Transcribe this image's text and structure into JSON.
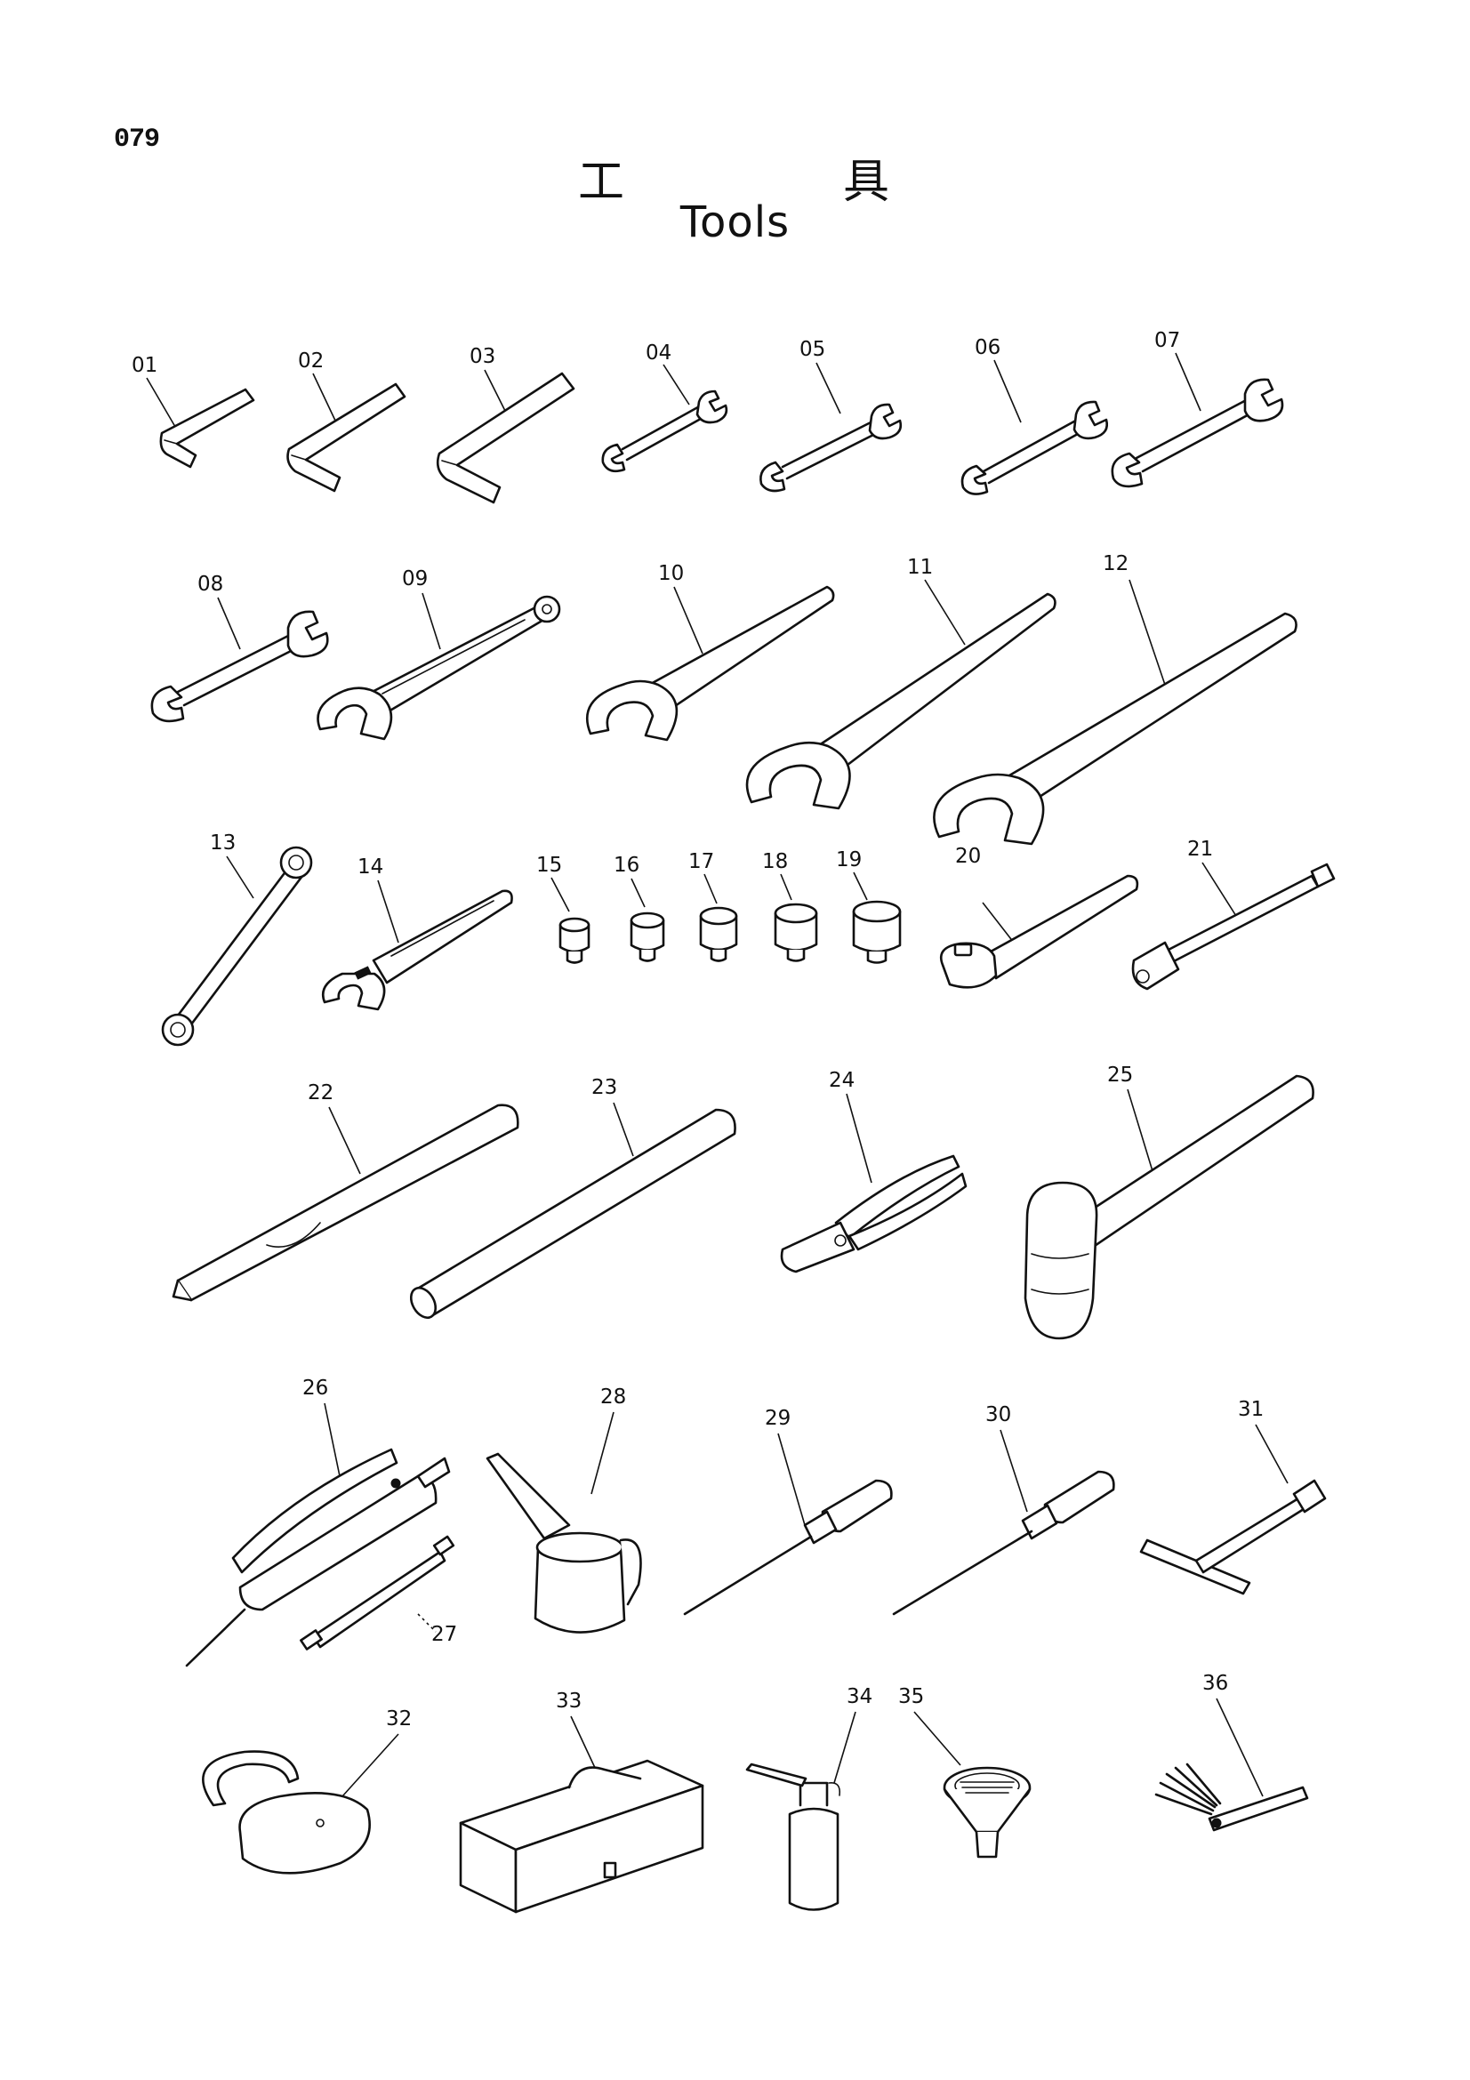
{
  "page": {
    "number": "079",
    "title_jp_left": "工",
    "title_jp_right": "具",
    "title_en": "Tools"
  },
  "tools": [
    {
      "id": "01",
      "label": "01"
    },
    {
      "id": "02",
      "label": "02"
    },
    {
      "id": "03",
      "label": "03"
    },
    {
      "id": "04",
      "label": "04"
    },
    {
      "id": "05",
      "label": "05"
    },
    {
      "id": "06",
      "label": "06"
    },
    {
      "id": "07",
      "label": "07"
    },
    {
      "id": "08",
      "label": "08"
    },
    {
      "id": "09",
      "label": "09"
    },
    {
      "id": "10",
      "label": "10"
    },
    {
      "id": "11",
      "label": "11"
    },
    {
      "id": "12",
      "label": "12"
    },
    {
      "id": "13",
      "label": "13"
    },
    {
      "id": "14",
      "label": "14"
    },
    {
      "id": "15",
      "label": "15"
    },
    {
      "id": "16",
      "label": "16"
    },
    {
      "id": "17",
      "label": "17"
    },
    {
      "id": "18",
      "label": "18"
    },
    {
      "id": "19",
      "label": "19"
    },
    {
      "id": "20",
      "label": "20"
    },
    {
      "id": "21",
      "label": "21"
    },
    {
      "id": "22",
      "label": "22"
    },
    {
      "id": "23",
      "label": "23"
    },
    {
      "id": "24",
      "label": "24"
    },
    {
      "id": "25",
      "label": "25"
    },
    {
      "id": "26",
      "label": "26"
    },
    {
      "id": "27",
      "label": "27"
    },
    {
      "id": "28",
      "label": "28"
    },
    {
      "id": "29",
      "label": "29"
    },
    {
      "id": "30",
      "label": "30"
    },
    {
      "id": "31",
      "label": "31"
    },
    {
      "id": "32",
      "label": "32"
    },
    {
      "id": "33",
      "label": "33"
    },
    {
      "id": "34",
      "label": "34"
    },
    {
      "id": "35",
      "label": "35"
    },
    {
      "id": "36",
      "label": "36"
    }
  ],
  "icons": {
    "01": "hex-key-icon",
    "02": "hex-key-icon",
    "03": "hex-key-icon",
    "04": "double-open-end-wrench-icon",
    "05": "double-open-end-wrench-icon",
    "06": "double-open-end-wrench-icon",
    "07": "double-open-end-wrench-icon",
    "08": "double-open-end-wrench-icon",
    "09": "hook-spanner-wrench-icon",
    "10": "single-open-end-wrench-icon",
    "11": "single-open-end-wrench-icon",
    "12": "single-open-end-wrench-icon",
    "13": "offset-box-wrench-icon",
    "14": "adjustable-wrench-icon",
    "15": "socket-icon",
    "16": "socket-icon",
    "17": "socket-icon",
    "18": "socket-icon",
    "19": "socket-icon",
    "20": "ratchet-handle-icon",
    "21": "extension-bar-socket-icon",
    "22": "pry-bar-icon",
    "23": "extension-pipe-icon",
    "24": "pliers-icon",
    "25": "hammer-icon",
    "26": "grease-gun-icon",
    "27": "grease-nozzle-hose-icon",
    "28": "oil-can-icon",
    "29": "phillips-screwdriver-icon",
    "30": "flat-screwdriver-icon",
    "31": "t-handle-wrench-icon",
    "32": "padlock-icon",
    "33": "tool-box-icon",
    "34": "oiler-bottle-icon",
    "35": "strainer-funnel-icon",
    "36": "feeler-gauge-icon"
  }
}
